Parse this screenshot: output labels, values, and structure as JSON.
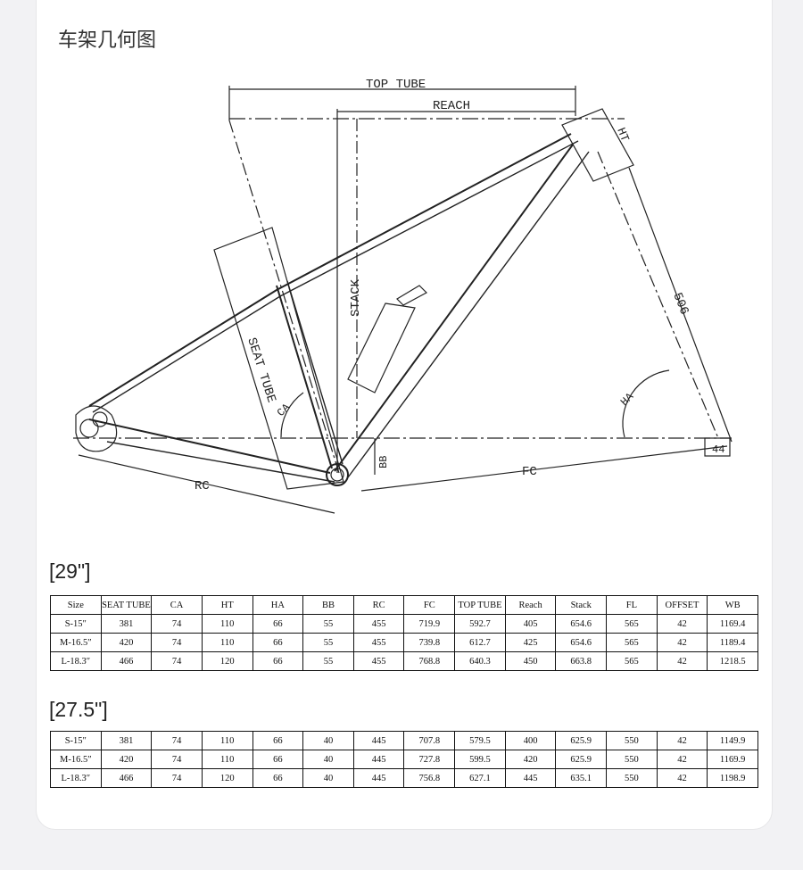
{
  "page_title": "车架几何图",
  "diagram": {
    "labels": {
      "top_tube": "TOP TUBE",
      "reach": "REACH",
      "ht": "HT",
      "stack": "STACK",
      "seat_tube": "SEAT TUBE",
      "ca": "CA",
      "ha": "HA",
      "fork_length": "506",
      "bb": "BB",
      "fc": "FC",
      "rc": "RC",
      "offset": "44"
    }
  },
  "table_29": {
    "label": "[29\"]",
    "header": [
      "Size",
      "SEAT TUBE",
      "CA",
      "HT",
      "HA",
      "BB",
      "RC",
      "FC",
      "TOP TUBE",
      "Reach",
      "Stack",
      "FL",
      "OFFSET",
      "WB"
    ],
    "rows": [
      [
        "S-15″",
        "381",
        "74",
        "110",
        "66",
        "55",
        "455",
        "719.9",
        "592.7",
        "405",
        "654.6",
        "565",
        "42",
        "1169.4"
      ],
      [
        "M-16.5″",
        "420",
        "74",
        "110",
        "66",
        "55",
        "455",
        "739.8",
        "612.7",
        "425",
        "654.6",
        "565",
        "42",
        "1189.4"
      ],
      [
        "L-18.3″",
        "466",
        "74",
        "120",
        "66",
        "55",
        "455",
        "768.8",
        "640.3",
        "450",
        "663.8",
        "565",
        "42",
        "1218.5"
      ]
    ]
  },
  "table_275": {
    "label": "[27.5\"]",
    "rows": [
      [
        "S-15″",
        "381",
        "74",
        "110",
        "66",
        "40",
        "445",
        "707.8",
        "579.5",
        "400",
        "625.9",
        "550",
        "42",
        "1149.9"
      ],
      [
        "M-16.5″",
        "420",
        "74",
        "110",
        "66",
        "40",
        "445",
        "727.8",
        "599.5",
        "420",
        "625.9",
        "550",
        "42",
        "1169.9"
      ],
      [
        "L-18.3″",
        "466",
        "74",
        "120",
        "66",
        "40",
        "445",
        "756.8",
        "627.1",
        "445",
        "635.1",
        "550",
        "42",
        "1198.9"
      ]
    ]
  }
}
